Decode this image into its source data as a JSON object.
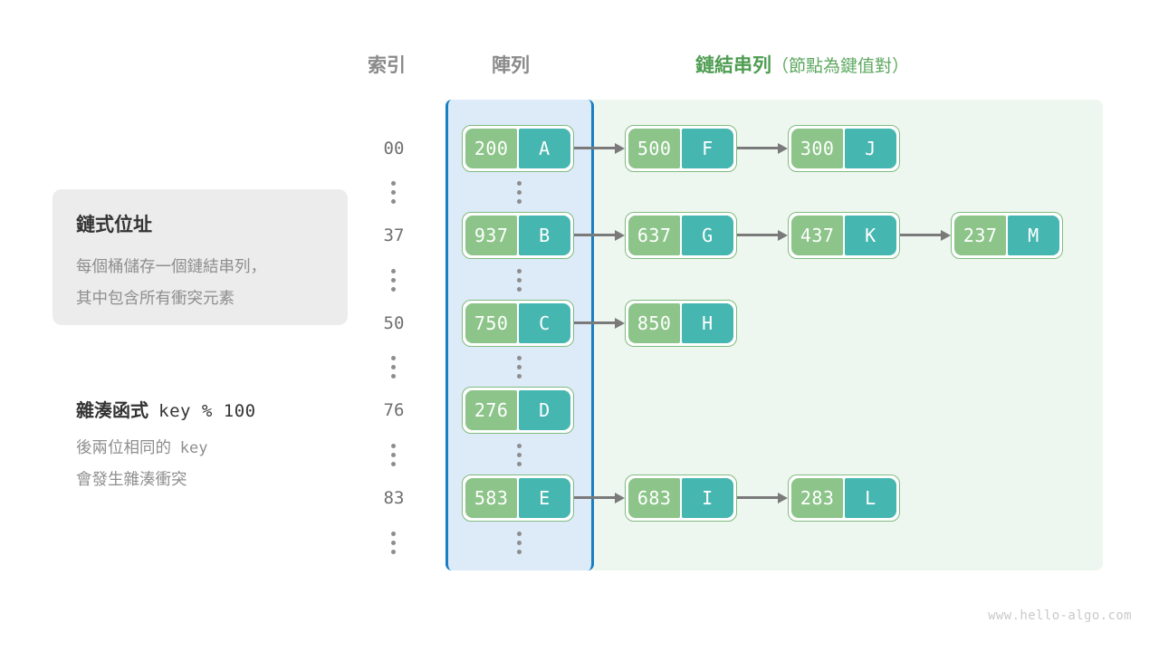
{
  "headers": {
    "index": "索引",
    "array": "陣列",
    "list_main": "鏈結串列",
    "list_paren": "（節點為鍵值對）"
  },
  "info_card": {
    "title": "鏈式位址",
    "line1": "每個桶儲存一個鏈結串列，",
    "line2": "其中包含所有衝突元素"
  },
  "hash_note": {
    "label": "雜湊函式",
    "formula": "key % 100",
    "line1_a": "後兩位相同的",
    "line1_b": "key",
    "line2": "會發生雜湊衝突"
  },
  "colors": {
    "array_panel_bg": "#dcebf7",
    "array_panel_border": "#1a7ec4",
    "list_panel_bg": "#eef7ef",
    "node_key_bg": "#8cc489",
    "node_value_bg": "#46b6b0",
    "node_border": "#7fbb7f",
    "arrow": "#7a7a7a",
    "header_gray": "#8a8a8a",
    "header_green": "#4f9d52",
    "index_text": "#6f6f6f",
    "info_card_bg": "#ececec"
  },
  "buckets": [
    {
      "index": "00",
      "nodes": [
        {
          "key": "200",
          "value": "A"
        },
        {
          "key": "500",
          "value": "F"
        },
        {
          "key": "300",
          "value": "J"
        }
      ]
    },
    {
      "index": "37",
      "nodes": [
        {
          "key": "937",
          "value": "B"
        },
        {
          "key": "637",
          "value": "G"
        },
        {
          "key": "437",
          "value": "K"
        },
        {
          "key": "237",
          "value": "M"
        }
      ]
    },
    {
      "index": "50",
      "nodes": [
        {
          "key": "750",
          "value": "C"
        },
        {
          "key": "850",
          "value": "H"
        }
      ]
    },
    {
      "index": "76",
      "nodes": [
        {
          "key": "276",
          "value": "D"
        }
      ]
    },
    {
      "index": "83",
      "nodes": [
        {
          "key": "583",
          "value": "E"
        },
        {
          "key": "683",
          "value": "I"
        },
        {
          "key": "283",
          "value": "L"
        }
      ]
    }
  ],
  "watermark": "www.hello-algo.com"
}
